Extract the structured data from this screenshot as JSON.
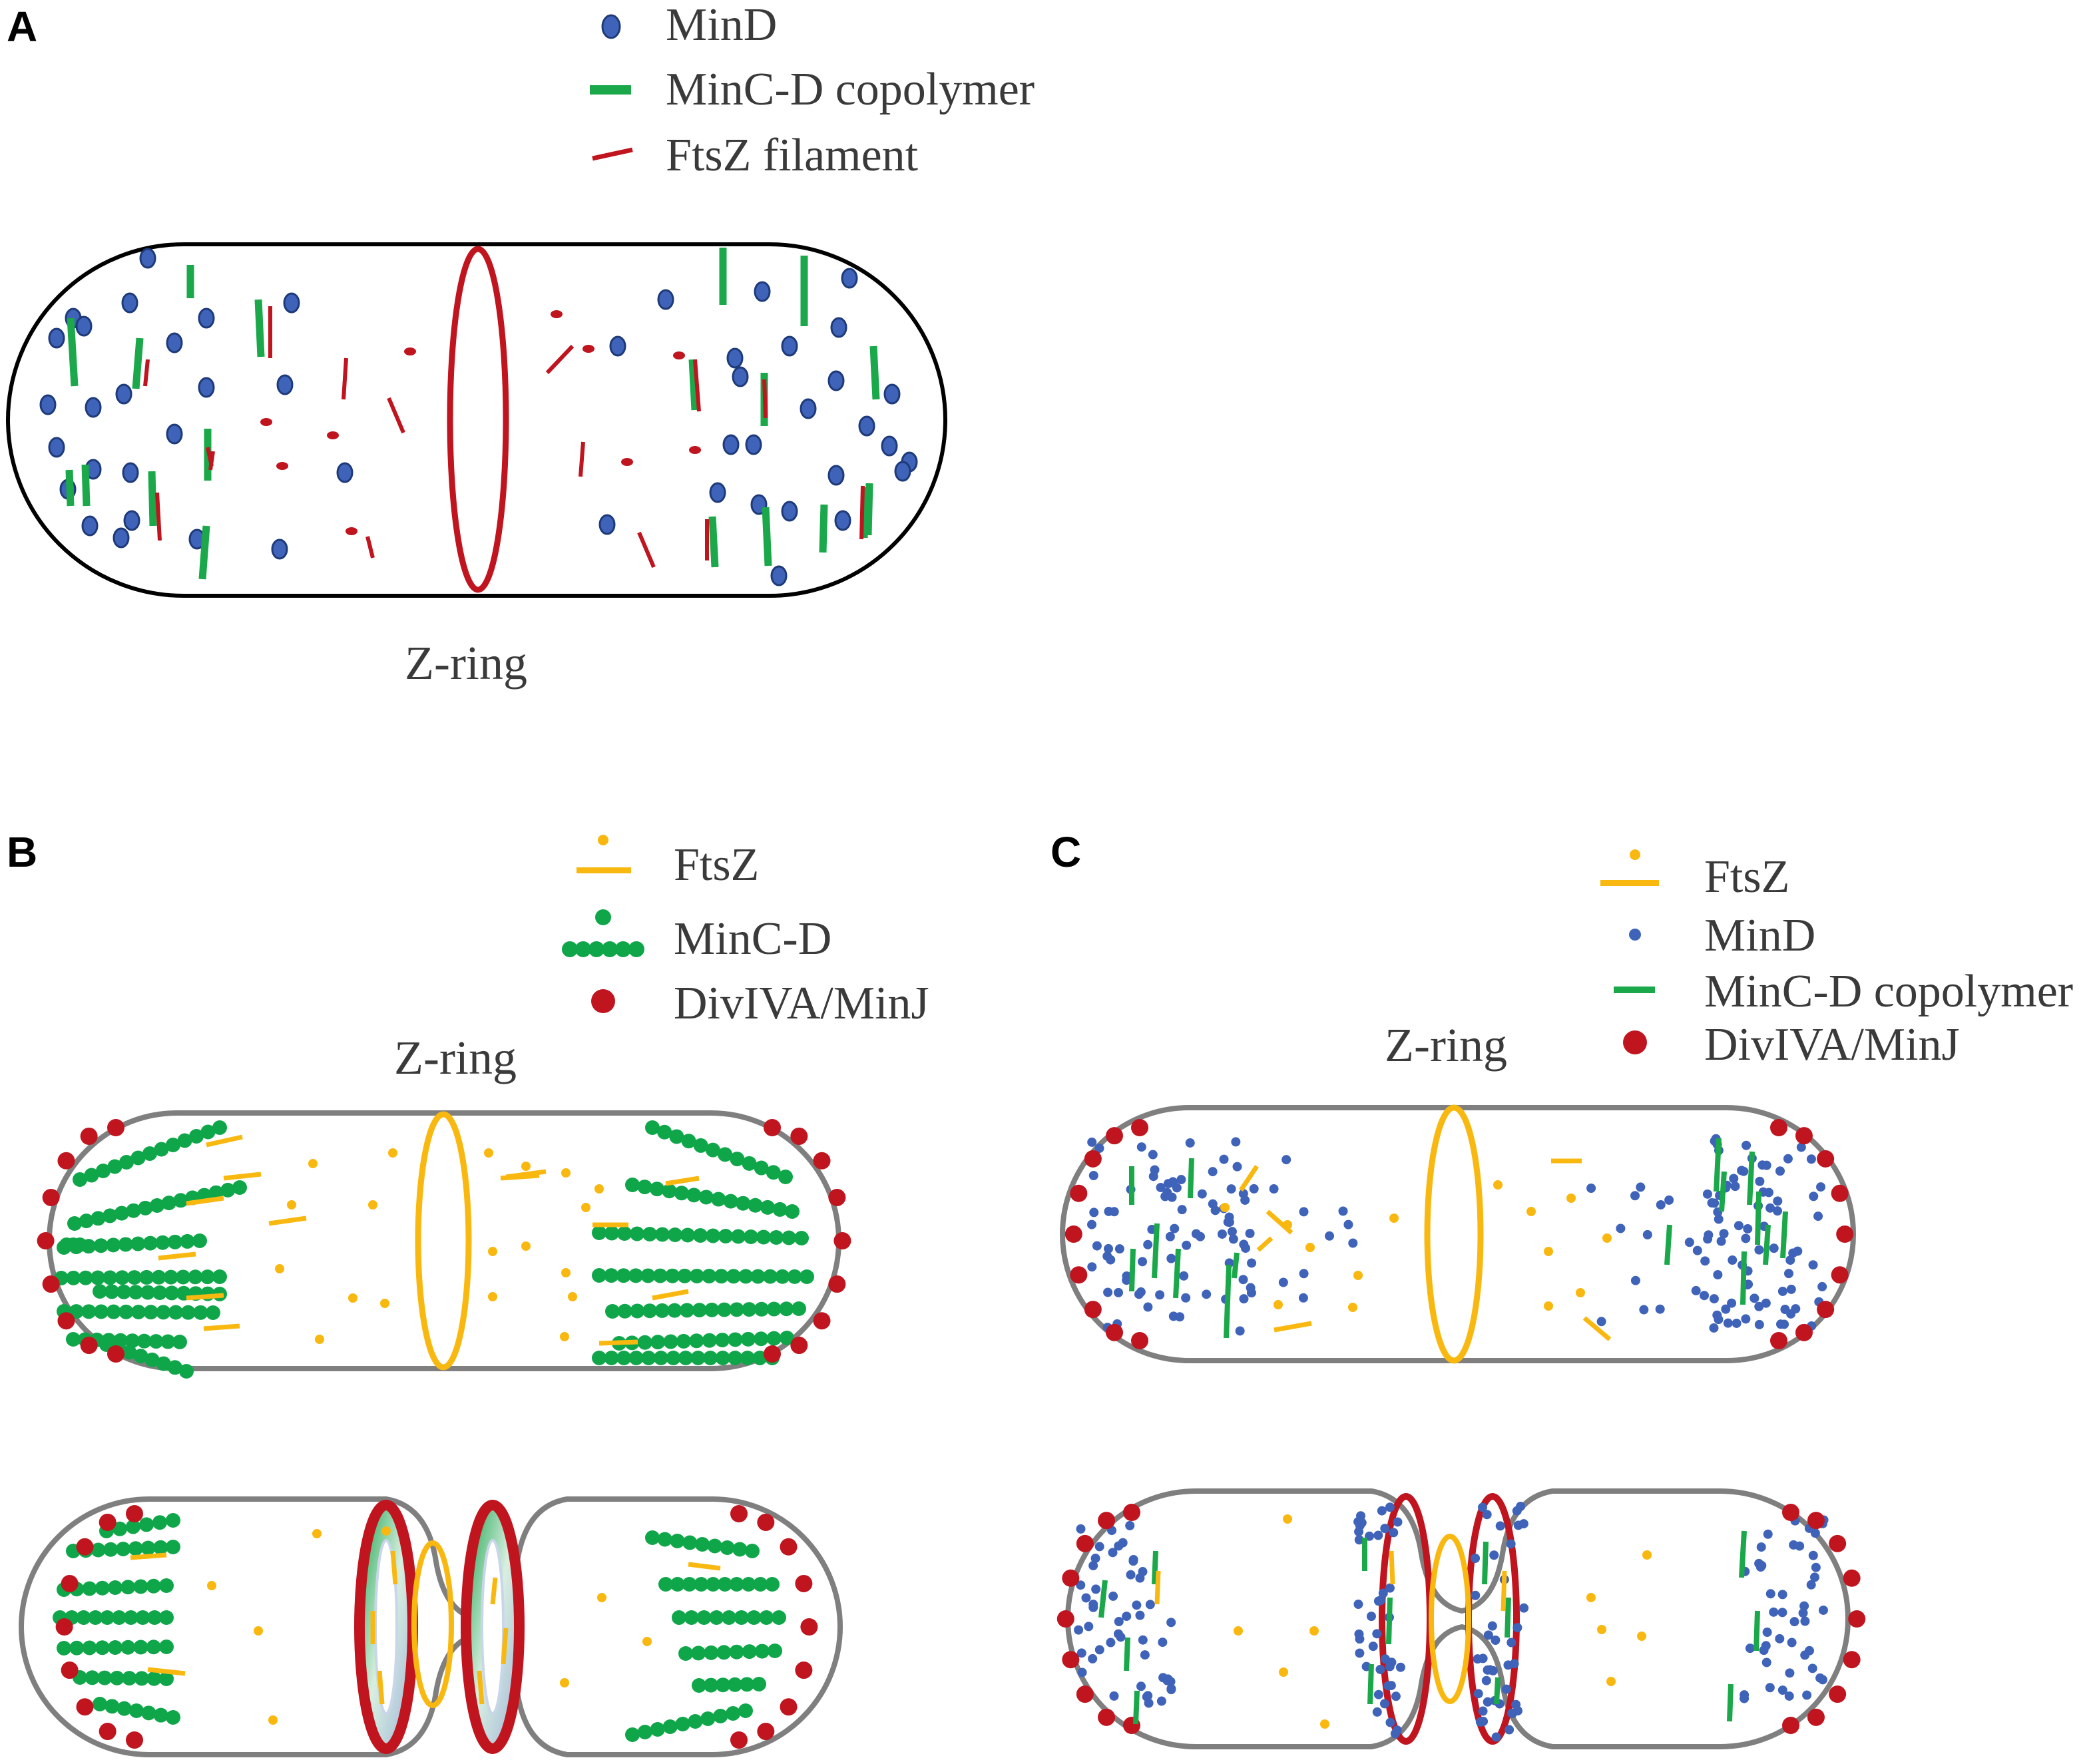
{
  "panels": {
    "a": {
      "letter": "A",
      "legend": [
        "MinD",
        "MinC-D copolymer",
        "FtsZ filament"
      ],
      "label": "Z-ring"
    },
    "b": {
      "letter": "B",
      "legend": [
        "FtsZ",
        "MinC-D",
        "DivIVA/MinJ"
      ],
      "label": "Z-ring"
    },
    "c": {
      "letter": "C",
      "legend": [
        "FtsZ",
        "MinD",
        "MinC-D copolymer",
        "DivIVA/MinJ"
      ],
      "label": "Z-ring"
    }
  },
  "colors": {
    "mind_blue": "#3f63b8",
    "minc_green": "#1aa84a",
    "ftsz_red": "#c0141e",
    "ftsz_yellow": "#f9b80f",
    "divIVA_red": "#c0141e",
    "cell_outline_a": "#000000",
    "cell_outline_bc": "#7f7f7f"
  }
}
